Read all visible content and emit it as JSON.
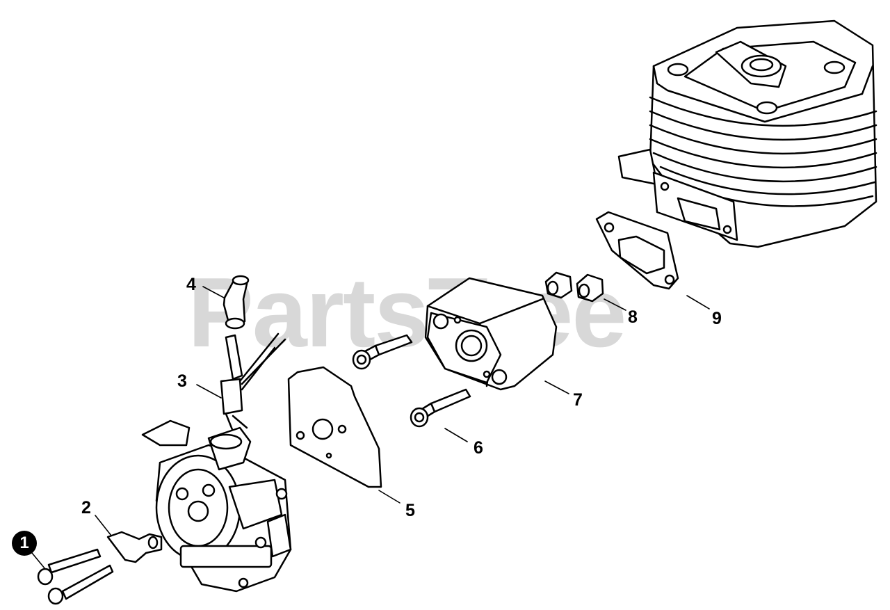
{
  "watermark": "PartsTree",
  "callouts": [
    "1",
    "2",
    "3",
    "4",
    "5",
    "6",
    "7",
    "8",
    "9"
  ],
  "colors": {
    "line": "#000000",
    "background": "#ffffff",
    "watermark": "#d8d8d8"
  }
}
